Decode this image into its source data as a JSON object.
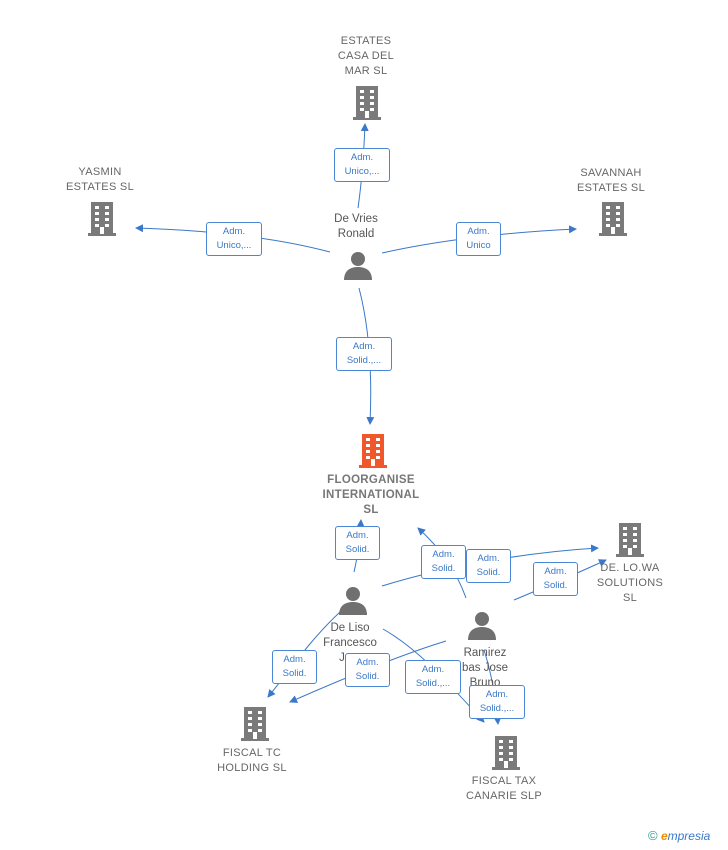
{
  "companies": [
    {
      "id": "estates",
      "label": "ESTATES\nCASA DEL\nMAR SL",
      "main": false
    },
    {
      "id": "yasmin",
      "label": "YASMIN\nESTATES  SL",
      "main": false
    },
    {
      "id": "savannah",
      "label": "SAVANNAH\nESTATES  SL",
      "main": false
    },
    {
      "id": "floorganise",
      "label": "FLOORGANISE\nINTERNATIONAL\nSL",
      "main": true
    },
    {
      "id": "delowa",
      "label": "DE. LO.WA\nSOLUTIONS\nSL",
      "main": false
    },
    {
      "id": "fiscaltc",
      "label": "FISCAL TC\nHOLDING  SL",
      "main": false
    },
    {
      "id": "fiscaltax",
      "label": "FISCAL TAX\nCANARIE  SLP",
      "main": false
    }
  ],
  "people": [
    {
      "id": "devries",
      "label": "De Vries\nRonald"
    },
    {
      "id": "deliso",
      "label": "De Liso\nFrancesco\nJu..."
    },
    {
      "id": "ramirez",
      "label": "Ramirez\nbas Jose\nBruno"
    }
  ],
  "roles": [
    {
      "id": "r1",
      "label": "Adm.\nUnico,..."
    },
    {
      "id": "r2",
      "label": "Adm.\nUnico,..."
    },
    {
      "id": "r3",
      "label": "Adm.\nUnico"
    },
    {
      "id": "r4",
      "label": "Adm.\nSolid.,..."
    },
    {
      "id": "r5",
      "label": "Adm.\nSolid."
    },
    {
      "id": "r6",
      "label": "Adm.\nSolid."
    },
    {
      "id": "r7",
      "label": "Adm.\nSolid."
    },
    {
      "id": "r8",
      "label": "Adm.\nSolid."
    },
    {
      "id": "r9",
      "label": "Adm.\nSolid."
    },
    {
      "id": "r10",
      "label": "Adm.\nSolid."
    },
    {
      "id": "r11",
      "label": "Adm.\nSolid.,..."
    },
    {
      "id": "r12",
      "label": "Adm.\nSolid.,..."
    }
  ],
  "footer": {
    "copyright": "©",
    "brand_initial": "e",
    "brand_rest": "mpresia"
  },
  "colors": {
    "edge": "#3a78c8",
    "company_icon": "#7a7a7a",
    "main_icon": "#f0582c",
    "person_icon": "#707070"
  }
}
